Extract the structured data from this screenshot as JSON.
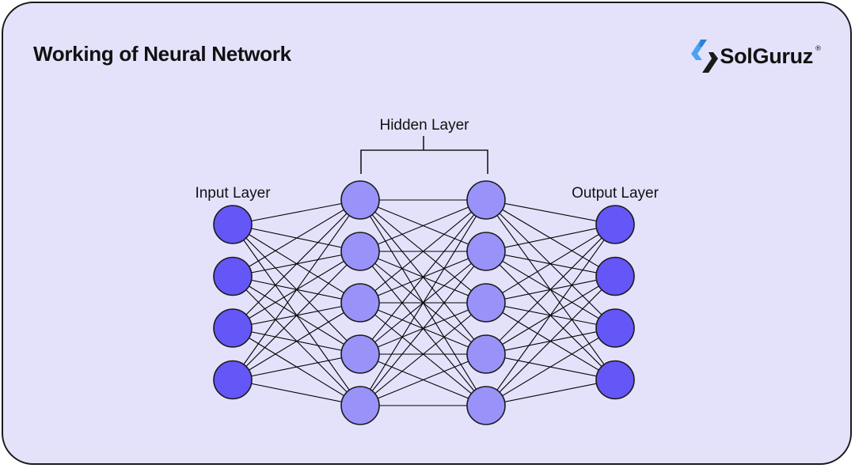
{
  "title": "Working of Neural Network",
  "brand": {
    "name": "SolGuruz",
    "registered_mark": "®",
    "logo_icon": "solguruz-s-logo-icon"
  },
  "layers": {
    "input": {
      "label": "Input Layer",
      "nodes": 4
    },
    "hidden": {
      "label": "Hidden Layer",
      "columns": 2,
      "nodes_per_column": 5
    },
    "output": {
      "label": "Output Layer",
      "nodes": 4
    }
  },
  "colors": {
    "background": "#e4e2fb",
    "border": "#1a1a1a",
    "io_node_fill": "#6456f7",
    "hidden_node_fill": "#9892f9",
    "node_stroke": "#1a1a1a",
    "edge": "#000000",
    "logo_blue": "#4aa3f0",
    "logo_dark": "#1a1a1a"
  }
}
